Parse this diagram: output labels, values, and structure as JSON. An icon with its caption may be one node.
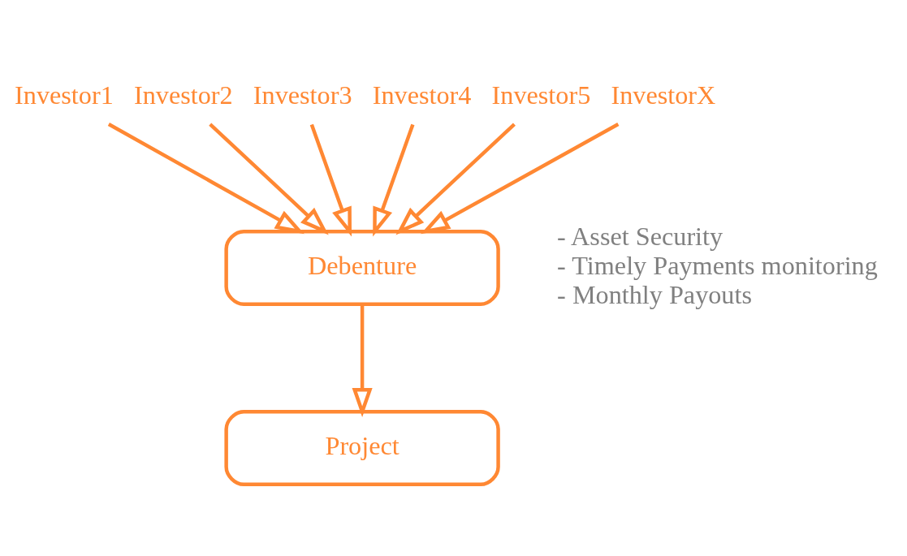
{
  "diagram": {
    "nodes": [
      {
        "text": [
          "Investor1"
        ]
      },
      {
        "text": [
          "Investor2"
        ]
      },
      {
        "text": [
          "Investor3"
        ]
      },
      {
        "text": [
          "Investor4"
        ]
      },
      {
        "text": [
          "Investor5"
        ]
      },
      {
        "text": [
          "InvestorX"
        ]
      },
      {
        "text": [
          "Debenture"
        ]
      },
      {
        "text": [
          "Project"
        ]
      }
    ],
    "edges": [
      {
        "from": 0,
        "to": 6,
        "arrow": "to"
      },
      {
        "from": 1,
        "to": 6,
        "arrow": "to"
      },
      {
        "from": 2,
        "to": 6,
        "arrow": "to"
      },
      {
        "from": 3,
        "to": 6,
        "arrow": "to"
      },
      {
        "from": 4,
        "to": 6,
        "arrow": "to"
      },
      {
        "from": 5,
        "to": 6,
        "arrow": "to"
      },
      {
        "from": 6,
        "to": 7,
        "arrow": "to"
      }
    ],
    "labels": [
      "- Asset Security",
      "- Timely Payments monitoring",
      "- Monthly Payouts"
    ]
  }
}
